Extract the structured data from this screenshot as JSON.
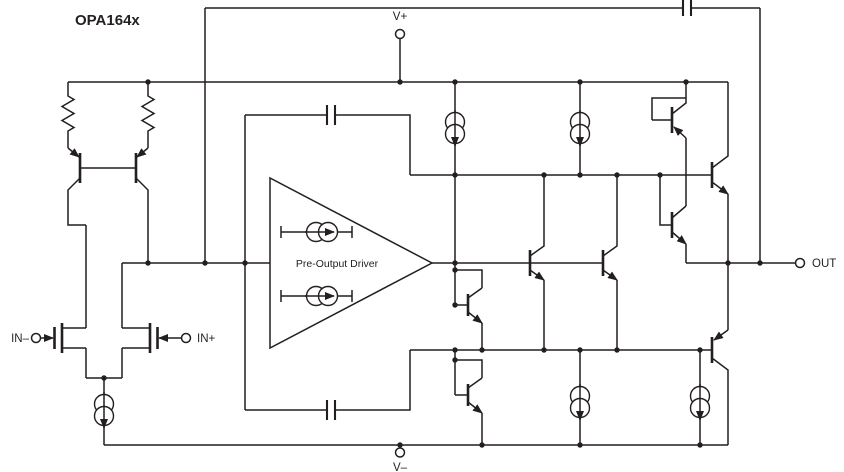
{
  "title": "OPA164x",
  "terminals": {
    "v_plus": "V+",
    "v_minus": "V–",
    "in_minus": "IN–",
    "in_plus": "IN+",
    "out": "OUT"
  },
  "driver": {
    "label": "Pre-Output Driver"
  },
  "colors": {
    "wire": "#231f20",
    "background": "#ffffff"
  }
}
